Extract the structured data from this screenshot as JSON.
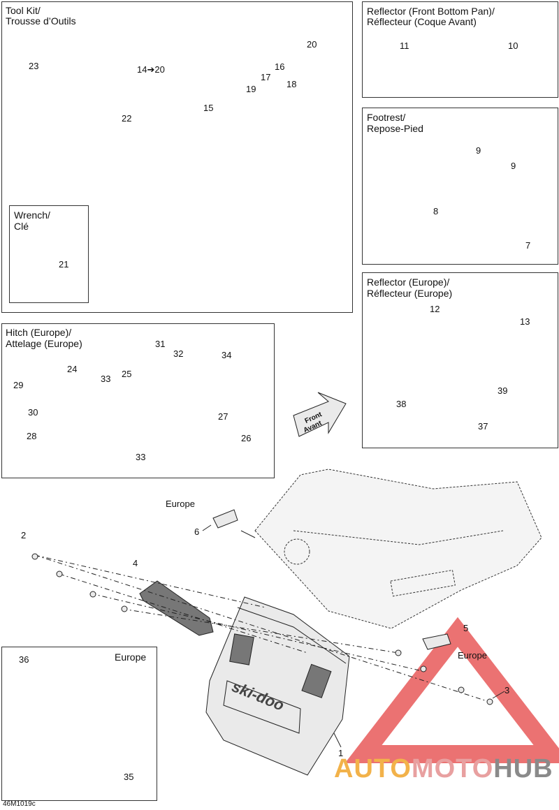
{
  "panels": {
    "tool_kit": {
      "title_line1": "Tool Kit/",
      "title_line2": "Trousse d’Outils"
    },
    "wrench": {
      "title_line1": "Wrench/",
      "title_line2": "Clé"
    },
    "hitch": {
      "title_line1": "Hitch (Europe)/",
      "title_line2": "Attelage (Europe)"
    },
    "reflector_front": {
      "title_line1": "Reflector (Front Bottom Pan)/",
      "title_line2": "Réflecteur (Coque Avant)"
    },
    "footrest": {
      "title_line1": "Footrest/",
      "title_line2": "Repose-Pied"
    },
    "reflector_europe": {
      "title_line1": "Reflector (Europe)/",
      "title_line2": "Réflecteur (Europe)"
    },
    "europe_inset": {
      "title": "Europe"
    }
  },
  "labels": {
    "p1": "1",
    "p2": "2",
    "p3": "3",
    "p4": "4",
    "p5": "5",
    "p6": "6",
    "p7": "7",
    "p8": "8",
    "p9a": "9",
    "p9b": "9",
    "p10": "10",
    "p11": "11",
    "p12": "12",
    "p13": "13",
    "p14_20": "14➔20",
    "p15": "15",
    "p16": "16",
    "p17": "17",
    "p18": "18",
    "p19": "19",
    "p20": "20",
    "p21": "21",
    "p22": "22",
    "p23": "23",
    "p24": "24",
    "p25": "25",
    "p26": "26",
    "p27": "27",
    "p28": "28",
    "p29": "29",
    "p30": "30",
    "p31": "31",
    "p32": "32",
    "p33a": "33",
    "p33b": "33",
    "p34": "34",
    "p35": "35",
    "p36": "36",
    "p37": "37",
    "p38": "38",
    "p39": "39",
    "europe_top": "Europe",
    "europe_side": "Europe",
    "front_line1": "Front",
    "front_line2": "Avant",
    "brand": "ski-doo"
  },
  "watermark": {
    "part1": "AUTO",
    "part2": "MOTO",
    "part3": "HUB",
    "color": "#e85a5a"
  },
  "figure_code": "46M1019c"
}
